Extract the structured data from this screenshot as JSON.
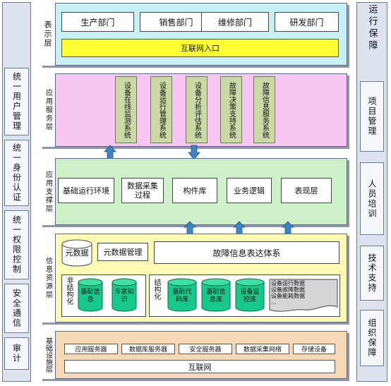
{
  "left_column": {
    "items": [
      {
        "label": "统一用户管理"
      },
      {
        "label": "统一身份认证"
      },
      {
        "label": "统一权限控制"
      },
      {
        "label": "安全通信"
      },
      {
        "label": "审计"
      }
    ]
  },
  "right_column": {
    "title": "运行保障",
    "items": [
      {
        "label": "项目管理"
      },
      {
        "label": "人员培训"
      },
      {
        "label": "技术支持"
      },
      {
        "label": "组织保障"
      }
    ]
  },
  "presentation_layer": {
    "label": "表示层",
    "departments": [
      "生产部门",
      "销售部门",
      "维修部门",
      "研发部门"
    ],
    "portal": "互联网入口"
  },
  "app_service_layer": {
    "label": "应用服务层",
    "systems": [
      "设备在线监测系统",
      "设备运行管理系统",
      "设备分析评估系统",
      "故障决策支持系统",
      "故障信息服务系统"
    ]
  },
  "app_support_layer": {
    "label": "应用支撑层",
    "items": [
      "基础运行环境",
      "数据采集过程",
      "构件库",
      "业务逻辑",
      "表现层"
    ]
  },
  "info_resource_layer": {
    "label": "信息资源层",
    "meta_data": "元数据",
    "meta_data_mgmt": "元数据管理",
    "fault_expression": "故障信息表达体系",
    "unstructured": {
      "label": "非结构化",
      "dbs": [
        "基础信息",
        "专家知识"
      ]
    },
    "structured": {
      "label": "结构化",
      "dbs": [
        "基础代码库",
        "基础信息库",
        "设备监控库"
      ],
      "docs": [
        "设备运行数据",
        "设备故障数据",
        "设备能耗数据",
        "..."
      ]
    }
  },
  "infra_layer": {
    "label": "基础设施层",
    "items": [
      "应用服务器",
      "数据库服务器",
      "安全服务器",
      "数据采集网络",
      "存储设备"
    ],
    "internet": "互联网"
  },
  "colors": {
    "presentation": "#c6f0f5",
    "app_service": "#f7c6f3",
    "app_support": "#cdf0c8",
    "info_resource": "#fafab5",
    "infra": "#f6d8b6",
    "portal": "#fcfc33",
    "cylinder": "#16c88a",
    "arrow": "#3d84c6"
  }
}
